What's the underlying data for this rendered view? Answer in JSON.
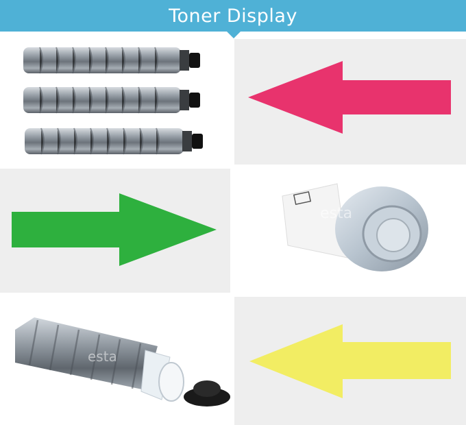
{
  "header": {
    "title": "Toner Display"
  },
  "colors": {
    "header_bg": "#4fb1d6",
    "arrow_magenta": "#e8336d",
    "arrow_green": "#2eb03e",
    "arrow_yellow": "#f2ed63",
    "panel_gray": "#eeeeee"
  },
  "watermarks": {
    "brand": "esta"
  },
  "panels": [
    {
      "name": "three-toner-cartridges",
      "content": "image"
    },
    {
      "name": "magenta-arrow",
      "direction": "left"
    },
    {
      "name": "green-arrow",
      "direction": "right"
    },
    {
      "name": "toner-cartridge-end",
      "content": "image"
    },
    {
      "name": "toner-cartridge-with-cap",
      "content": "image"
    },
    {
      "name": "yellow-arrow",
      "direction": "left"
    }
  ]
}
